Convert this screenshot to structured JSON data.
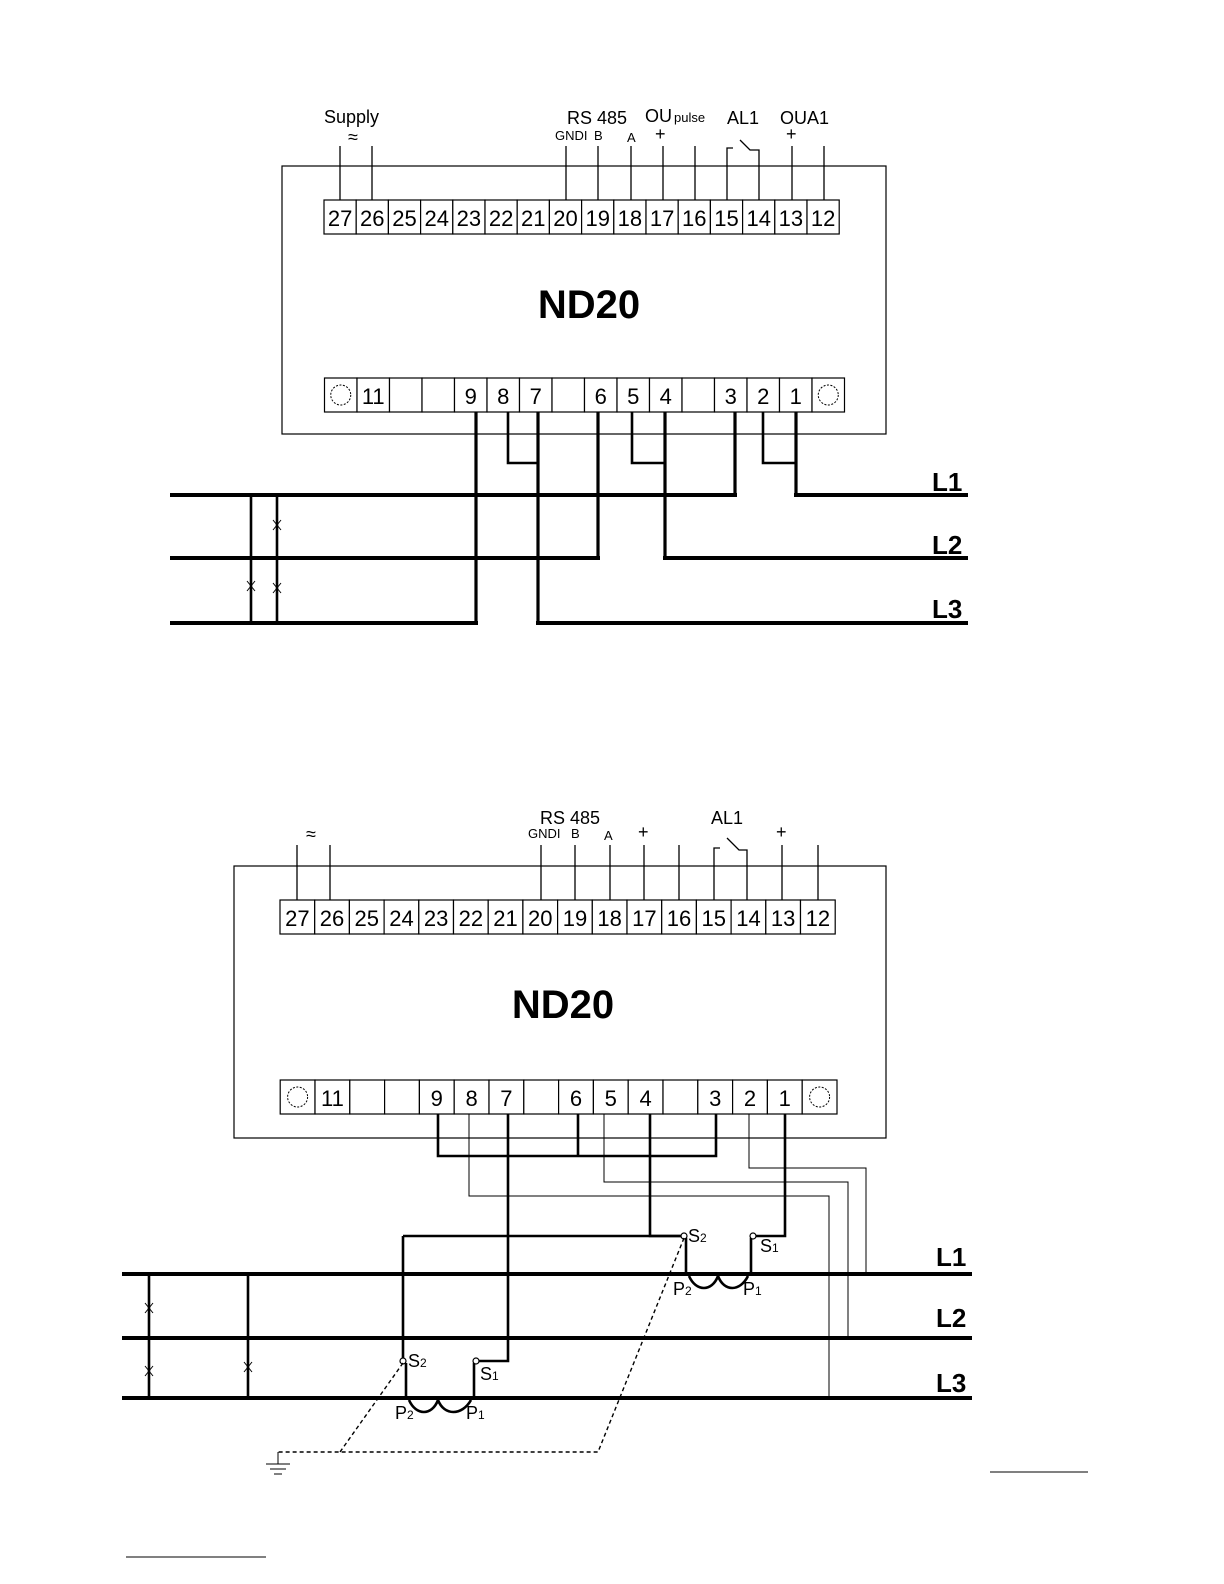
{
  "diagrams": [
    {
      "device_label": "ND20",
      "top_header_labels": {
        "supply": "Supply",
        "supply_symbol": "≈",
        "rs485": "RS 485",
        "gndi": "GNDI",
        "b": "B",
        "a": "A",
        "ou_main": "OU",
        "ou_sub": "pulse",
        "plus_pulse": "+",
        "al1": "AL1",
        "oua1": "OUA1",
        "plus_oua": "+"
      },
      "top_terminals": [
        "27",
        "26",
        "25",
        "24",
        "23",
        "22",
        "21",
        "20",
        "19",
        "18",
        "17",
        "16",
        "15",
        "14",
        "13",
        "12"
      ],
      "bottom_terminals": [
        "11",
        "",
        "",
        "9",
        "8",
        "7",
        "",
        "6",
        "5",
        "4",
        "",
        "3",
        "2",
        "1"
      ],
      "line_labels": [
        "L1",
        "L2",
        "L3"
      ]
    },
    {
      "device_label": "ND20",
      "top_header_labels": {
        "supply_symbol": "≈",
        "rs485": "RS 485",
        "gndi": "GNDI",
        "b": "B",
        "a": "A",
        "plus_pulse": "+",
        "al1": "AL1",
        "plus_oua": "+"
      },
      "top_terminals": [
        "27",
        "26",
        "25",
        "24",
        "23",
        "22",
        "21",
        "20",
        "19",
        "18",
        "17",
        "16",
        "15",
        "14",
        "13",
        "12"
      ],
      "bottom_terminals": [
        "11",
        "",
        "",
        "9",
        "8",
        "7",
        "",
        "6",
        "5",
        "4",
        "",
        "3",
        "2",
        "1"
      ],
      "line_labels": [
        "L1",
        "L2",
        "L3"
      ],
      "ct_labels": {
        "s": "S",
        "p": "P",
        "one": "1",
        "two": "2"
      }
    }
  ],
  "colors": {
    "ink": "#000000",
    "paper": "#ffffff"
  }
}
